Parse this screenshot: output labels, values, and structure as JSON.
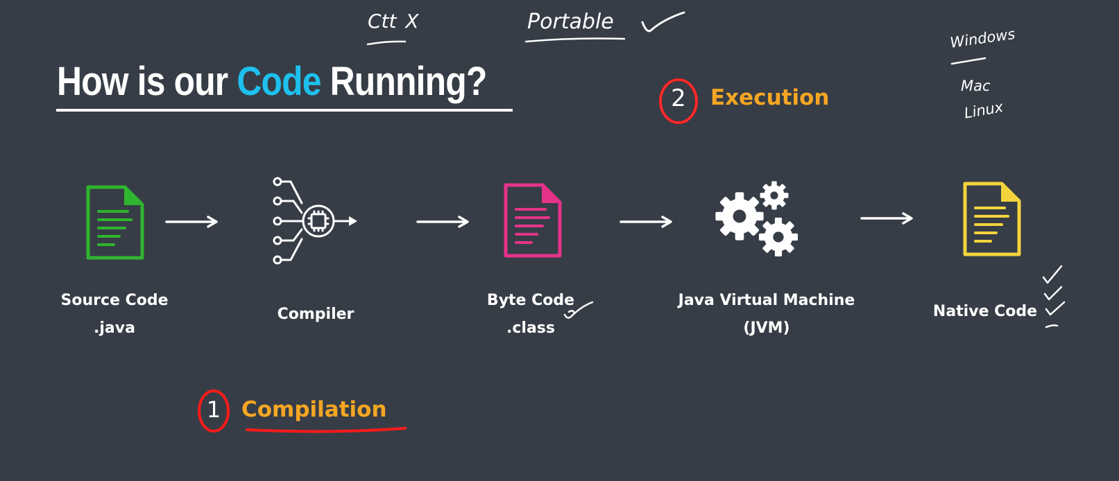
{
  "title": {
    "before": "How is our ",
    "highlight": "Code",
    "after": " Running?"
  },
  "stages": {
    "compilation": {
      "number": "1",
      "label": "Compilation"
    },
    "execution": {
      "number": "2",
      "label": "Execution"
    }
  },
  "nodes": [
    {
      "line1": "Source Code",
      "line2": ".java"
    },
    {
      "line1": "Compiler",
      "line2": ""
    },
    {
      "line1": "Byte Code",
      "line2": ".class"
    },
    {
      "line1": "Java Virtual Machine",
      "line2": "(JVM)"
    },
    {
      "line1": "Native Code",
      "line2": ""
    }
  ],
  "handwriting": {
    "ctt": "Ctt",
    "ctt_mark": "X",
    "portable": "Portable",
    "platforms": [
      "Windows",
      "Mac",
      "Linux"
    ]
  },
  "colors": {
    "background": "#373d46",
    "accent_cyan": "#1ec0ee",
    "stage_orange": "#f5a623",
    "source_green": "#2fb52f",
    "bytecode_pink": "#e6338a",
    "native_yellow": "#f3d43d",
    "annotation_red": "#ff1a1a"
  },
  "icons": [
    "source-file-icon",
    "compiler-chip-icon",
    "bytecode-file-icon",
    "gears-icon",
    "native-file-icon"
  ]
}
